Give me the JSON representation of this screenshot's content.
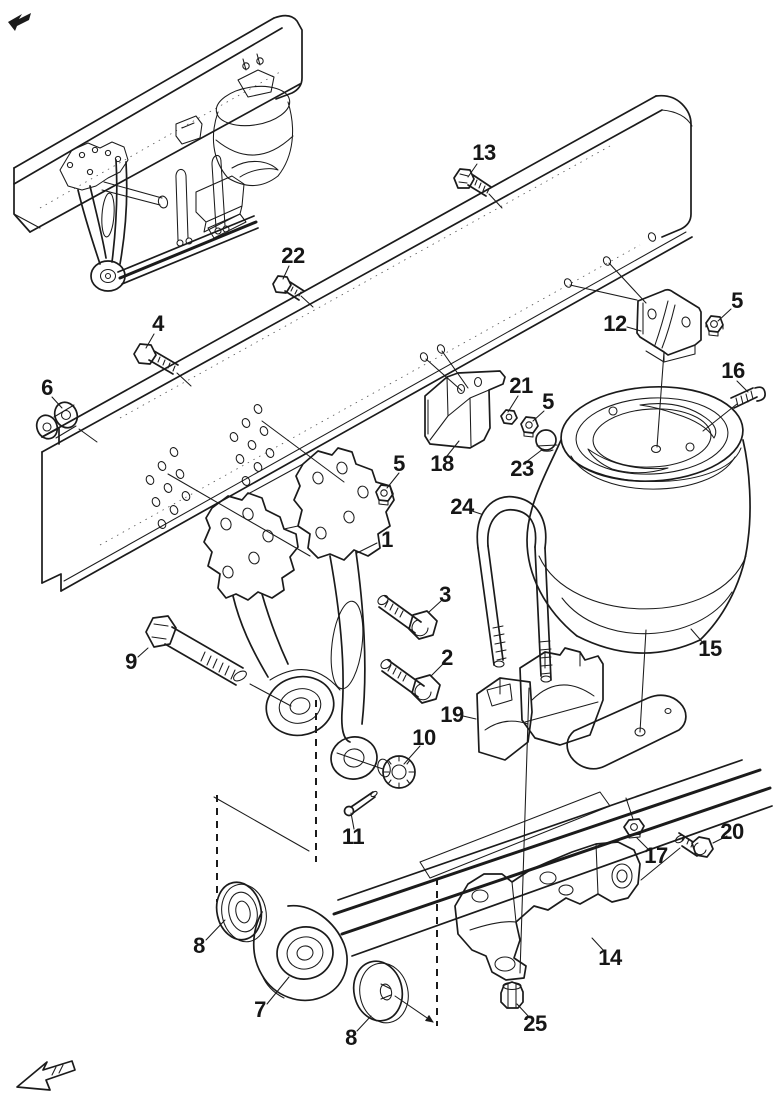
{
  "figure": {
    "kind": "exploded-parts-diagram",
    "subject": "truck air suspension and frame rail, line art",
    "colors": {
      "line": "#1b1b1b",
      "background": "#ffffff"
    },
    "views": {
      "count": 2
    }
  },
  "icons": {
    "top_left_arrow": "direction-arrow",
    "bottom_left_arrow": "direction-arrow"
  },
  "part_labels": {
    "1": "1",
    "2": "2",
    "3": "3",
    "4": "4",
    "5": "5",
    "6": "6",
    "7": "7",
    "8": "8",
    "9": "9",
    "10": "10",
    "11": "11",
    "12": "12",
    "13": "13",
    "14": "14",
    "15": "15",
    "16": "16",
    "17": "17",
    "18": "18",
    "19": "19",
    "20": "20",
    "21": "21",
    "22": "22",
    "23": "23",
    "24": "24",
    "25": "25"
  }
}
